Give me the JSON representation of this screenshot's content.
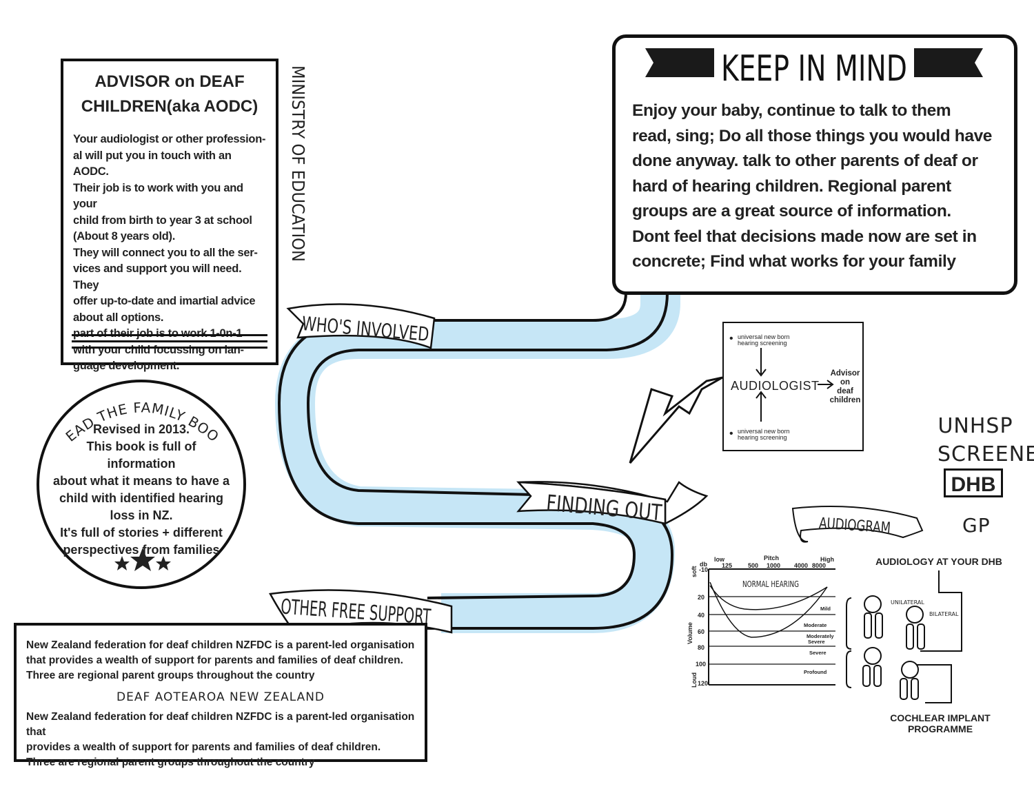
{
  "aodc": {
    "title_line1": "ADVISOR on DEAF",
    "title_line2": "CHILDREN(aka AODC)",
    "body_lines": [
      "Your audiologist or other profession-",
      "al will put you in touch with an AODC.",
      "Their job is to work with you and your",
      "child from birth to year 3 at school",
      "(About 8 years old).",
      "They will connect you to all the ser-",
      "vices and support you will need. They",
      "offer up-to-date and imartial advice",
      "about all options.",
      "part of their job is to work 1-0n-1",
      "with your child focussing on lan-",
      "guage development."
    ]
  },
  "ministry_label": "MINISTRY OF EDUCATION",
  "keep_in_mind": {
    "title": "KEEP IN MIND",
    "body_lines": [
      "Enjoy your baby, continue to talk to them",
      "read, sing; Do all those things you would have",
      "done anyway. talk to other parents of deaf or",
      "hard of hearing children. Regional parent",
      "groups are a great source of information.",
      "Dont feel that decisions made now are set in",
      "concrete; Find what works for your family"
    ]
  },
  "banners": {
    "whos_involved": "WHO'S INVOLVED",
    "finding_out": "FINDING OUT",
    "other_support": "OTHER FREE SUPPORT",
    "audiogram": "AUDIOGRAM"
  },
  "family_book": {
    "arc_title": "READ THE FAMILY BOOK",
    "body_lines": [
      "Revised in 2013.",
      "This book is full of information",
      "about what it means to have a",
      "child with identified hearing",
      "loss in NZ.",
      "It's full of stories + different",
      "perspectives from families"
    ]
  },
  "support": {
    "para1_lines": [
      "New Zealand federation for deaf children NZFDC is a parent-led organisation",
      "that provides a wealth of support for parents and families of deaf children.",
      "Three are regional parent groups throughout the country"
    ],
    "deaf_nz": "DEAF AOTEAROA NEW ZEALAND",
    "para2_lines": [
      "New Zealand federation for deaf children NZFDC is a parent-led organisation that",
      "provides a wealth of support for parents and families of deaf children.",
      "Three are regional parent groups throughout the country"
    ]
  },
  "flow": {
    "top_item": [
      "universal new born",
      "hearing screening"
    ],
    "center": "AUDIOLOGIST",
    "right": [
      "Advisor",
      "on",
      "deaf",
      "children"
    ],
    "bottom_item": [
      "universal new born",
      "hearing screening"
    ]
  },
  "unhsp": [
    "UNHSP",
    "SCREENER"
  ],
  "dhb": "DHB",
  "gp": "GP",
  "audiogram": {
    "db_label": "db",
    "pitch": "Pitch",
    "low": "low",
    "high": "High",
    "freqs": [
      "125",
      "500",
      "1000",
      "4000",
      "8000"
    ],
    "soft": "soft",
    "loud": "Loud",
    "volume": "Volume",
    "db_ticks": [
      "-10",
      "20",
      "40",
      "60",
      "80",
      "100",
      "120"
    ],
    "normal": "NORMAL HEARING",
    "bands": [
      "Mild",
      "Moderate",
      "Moderately",
      "Severe",
      "Severe",
      "Profound"
    ]
  },
  "audiology_dhb": "AUDIOLOGY AT YOUR DHB",
  "unilateral": "UNILATERAL",
  "bilateral": "BILATERAL",
  "cochlear": [
    "COCHLEAR IMPLANT",
    "PROGRAMME"
  ]
}
